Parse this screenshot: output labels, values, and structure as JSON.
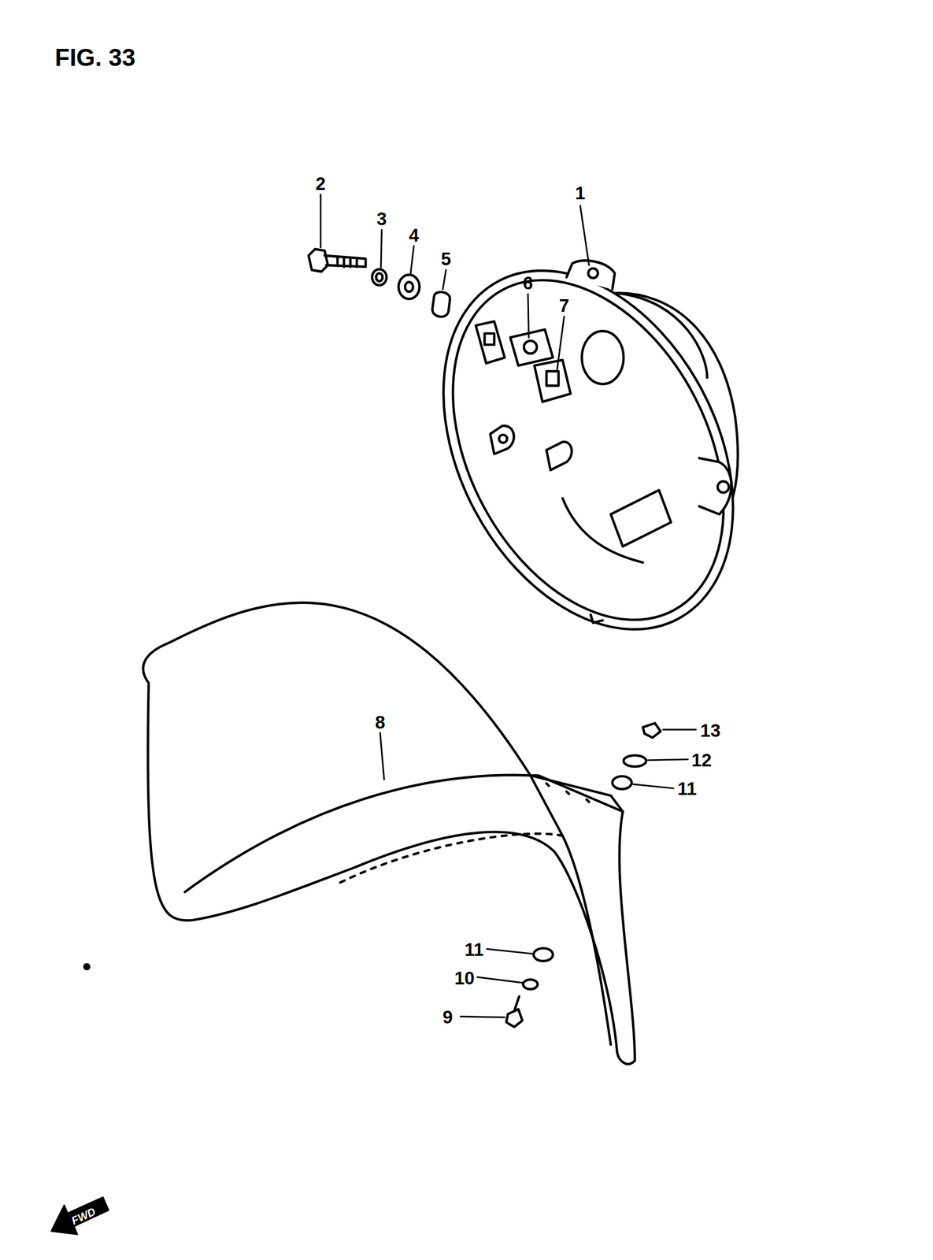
{
  "diagram": {
    "title": "FIG. 33",
    "labels": [
      "2",
      "3",
      "4",
      "5",
      "1",
      "6",
      "7",
      "8",
      "13",
      "12",
      "11",
      "11",
      "10",
      "9",
      "FWD"
    ]
  }
}
